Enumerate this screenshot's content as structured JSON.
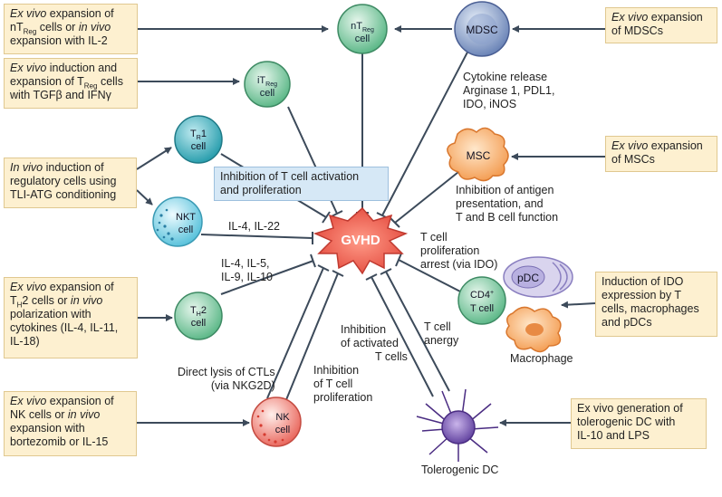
{
  "center": "GVHD",
  "cells": {
    "ntreg": "nT",
    "ntreg_sub": "Reg",
    "ntreg_2": "cell",
    "itreg": "iT",
    "itreg_sub": "Reg",
    "itreg_2": "cell",
    "mdsc": "MDSC",
    "tr1": "T",
    "tr1_sub": "R",
    "tr1_tail": "1",
    "tr1_2": "cell",
    "nkt": "NKT",
    "nkt_2": "cell",
    "msc": "MSC",
    "th2": "T",
    "th2_sub": "H",
    "th2_tail": "2",
    "th2_2": "cell",
    "nk": "NK",
    "nk_2": "cell",
    "cd4": "CD4",
    "cd4_sup": "+",
    "cd4_2": "T cell",
    "pdc": "pDC",
    "macrophage": "Macrophage",
    "tolerogenic_dc": "Tolerogenic DC"
  },
  "boxes": {
    "ntreg": {
      "l1_it": "Ex vivo",
      "l1": " expansion of",
      "l2": "nT",
      "l2_sub": "Reg",
      "l2_b": " cells or ",
      "l2_it": "in vivo",
      "l3": "expansion with IL-2"
    },
    "itreg": {
      "l1_it": "Ex vivo",
      "l1": " induction and",
      "l2": "expansion of T",
      "l2_sub": "Reg",
      "l2_b": " cells",
      "l3": "with TGFβ and IFNγ"
    },
    "invivo": {
      "l1_it": "In vivo",
      "l1": " induction of",
      "l2": "regulatory cells using",
      "l3": "TLI-ATG conditioning"
    },
    "th2": {
      "l1_it": "Ex vivo",
      "l1": " expansion of",
      "l2": "T",
      "l2_sub": "H",
      "l2_b": "2 cells or ",
      "l2_it": "in vivo",
      "l3": "polarization with",
      "l4": "cytokines (IL-4, IL-11,",
      "l5": "IL-18)"
    },
    "nk": {
      "l1_it": "Ex vivo",
      "l1": " expansion of",
      "l2": "NK cells or ",
      "l2_it": "in vivo",
      "l3": "expansion with",
      "l4": "bortezomib or IL-15"
    },
    "mdsc": {
      "l1_it": "Ex vivo",
      "l1": " expansion",
      "l2": "of MDSCs"
    },
    "msc": {
      "l1_it": "Ex vivo",
      "l1": " expansion",
      "l2": "of MSCs"
    },
    "ido": {
      "l1": "Induction of IDO",
      "l2": "expression by T",
      "l3": "cells, macrophages",
      "l4": "and pDCs"
    },
    "dc": {
      "l1": "Ex vivo generation of",
      "l2": "tolerogenic DC with",
      "l3": "IL-10 and LPS"
    },
    "inhibition": {
      "l1": "Inhibition of T cell activation",
      "l2": "and proliferation"
    }
  },
  "labels": {
    "cytokine": [
      "Cytokine release",
      "Arginase 1, PDL1,",
      "IDO, iNOS"
    ],
    "antigen": [
      "Inhibition of antigen",
      "presentation, and",
      "T and B cell function"
    ],
    "arrest": [
      "T cell",
      "proliferation",
      "arrest (via IDO)"
    ],
    "il4_22": "IL-4, IL-22",
    "il4_5": [
      "IL-4, IL-5,",
      "IL-9, IL-10"
    ],
    "activated": [
      "Inhibition",
      "of activated",
      "T cells"
    ],
    "anergy": [
      "T cell",
      "anergy"
    ],
    "lysis": [
      "Direct lysis of CTLs",
      "(via NKG2D)"
    ],
    "prolif": [
      "Inhibition",
      "of T cell",
      "proliferation"
    ]
  }
}
